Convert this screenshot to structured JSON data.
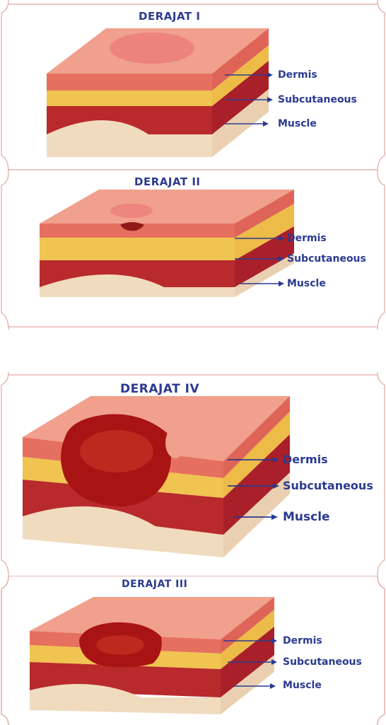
{
  "panels": [
    {
      "title": "DERAJAT I",
      "labels": {
        "dermis": "Dermis",
        "subcutaneous": "Subcutaneous",
        "muscle": "Muscle"
      }
    },
    {
      "title": "DERAJAT II",
      "labels": {
        "dermis": "Dermis",
        "subcutaneous": "Subcutaneous",
        "muscle": "Muscle"
      }
    },
    {
      "title": "DERAJAT IV",
      "labels": {
        "dermis": "Dermis",
        "subcutaneous": "Subcutaneous",
        "muscle": "Muscle"
      }
    },
    {
      "title": "DERAJAT III",
      "labels": {
        "dermis": "Dermis",
        "subcutaneous": "Subcutaneous",
        "muscle": "Muscle"
      }
    }
  ],
  "colors": {
    "frame": "#e2a8a0",
    "text": "#2b3a91",
    "skin_top": "#f2a48f",
    "skin_side": "#e66e62",
    "fat": "#f2c94c",
    "muscle": "#b4232a",
    "bone": "#f2dcc0",
    "wound": "#a81414"
  }
}
